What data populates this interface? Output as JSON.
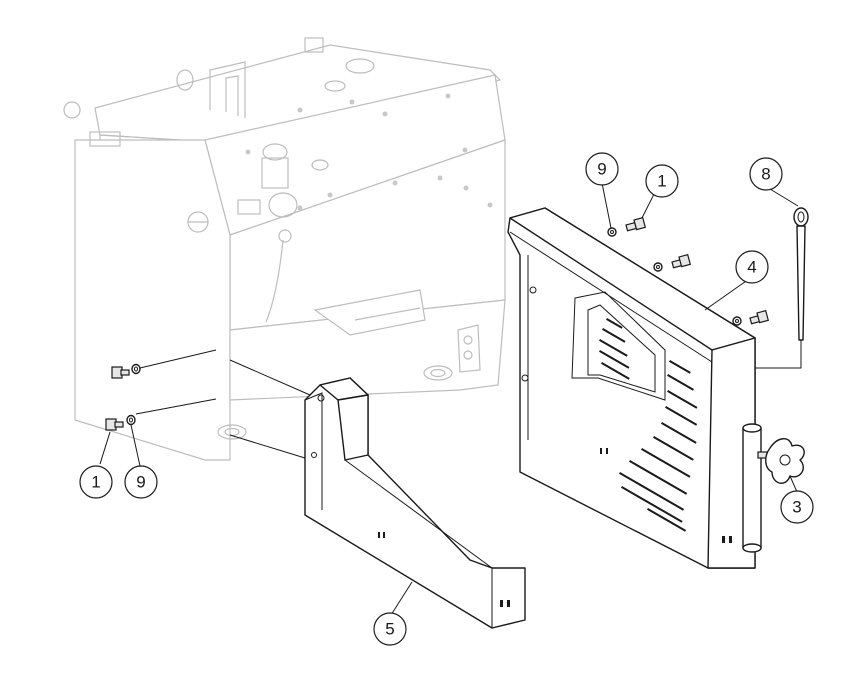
{
  "callouts": [
    {
      "id": "c1a",
      "label": "1"
    },
    {
      "id": "c9a",
      "label": "9"
    },
    {
      "id": "c1b",
      "label": "1"
    },
    {
      "id": "c9b",
      "label": "9"
    },
    {
      "id": "c8",
      "label": "8"
    },
    {
      "id": "c4",
      "label": "4"
    },
    {
      "id": "c3",
      "label": "3"
    },
    {
      "id": "c5",
      "label": "5"
    }
  ]
}
